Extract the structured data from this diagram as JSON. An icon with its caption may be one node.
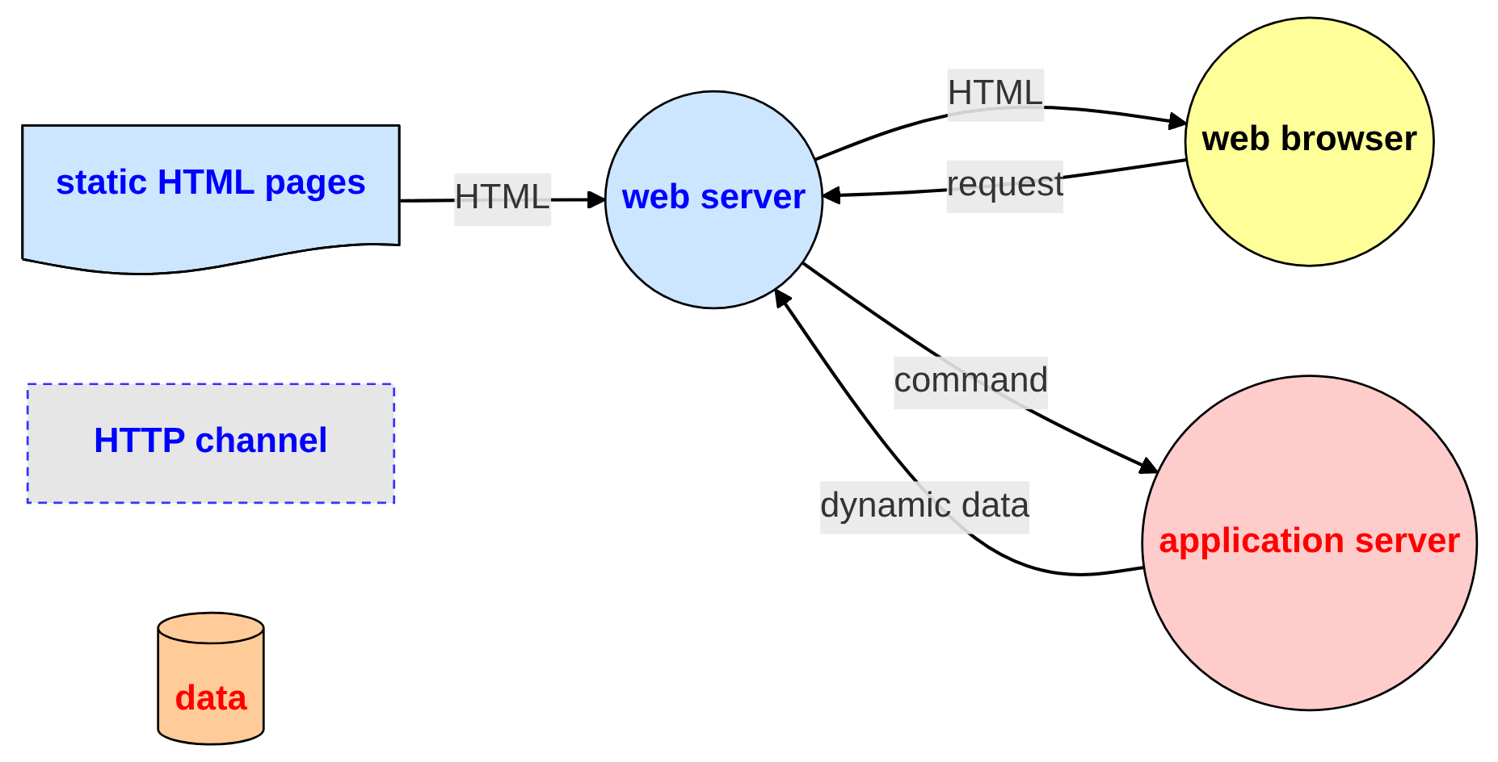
{
  "diagram": {
    "nodes": [
      {
        "text": [
          "static HTML pages"
        ]
      },
      {
        "text": [
          "HTTP channel"
        ]
      },
      {
        "text": [
          "web browser"
        ]
      },
      {
        "text": [
          "web server"
        ]
      },
      {
        "text": [
          "application server"
        ]
      },
      {
        "text": [
          "data"
        ]
      }
    ],
    "edges": [
      {
        "from": 0,
        "to": 3,
        "arrow": "to",
        "label": "HTML"
      },
      {
        "from": 2,
        "to": 3,
        "arrow": "to",
        "label": "request"
      },
      {
        "from": 3,
        "to": 2,
        "arrow": "to",
        "label": "HTML"
      },
      {
        "from": 3,
        "to": 4,
        "arrow": "to",
        "label": "command"
      },
      {
        "from": 4,
        "to": 3,
        "arrow": "to",
        "label": "dynamic data"
      }
    ]
  }
}
